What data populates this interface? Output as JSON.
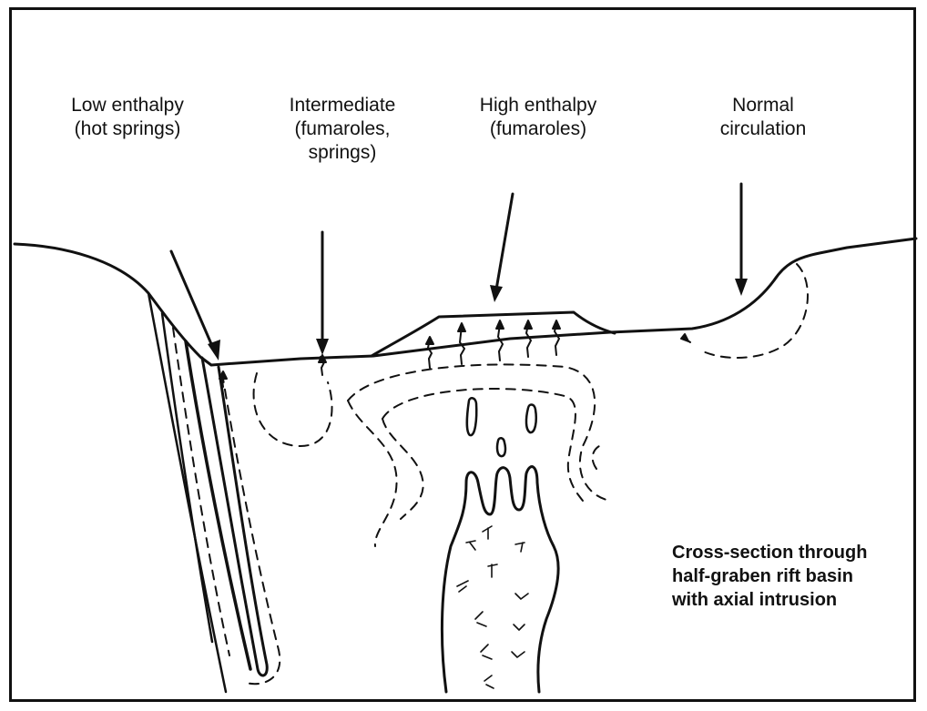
{
  "zones": {
    "low": {
      "line1": "Low enthalpy",
      "line2": "(hot springs)"
    },
    "intermediate": {
      "line1": "Intermediate",
      "line2": "(fumaroles,",
      "line3": "springs)"
    },
    "high": {
      "line1": "High enthalpy",
      "line2": "(fumaroles)"
    },
    "normal": {
      "line1": "Normal",
      "line2": "circulation"
    }
  },
  "caption": {
    "line1": "Cross-section through",
    "line2": "half-graben rift basin",
    "line3": "with axial intrusion"
  }
}
